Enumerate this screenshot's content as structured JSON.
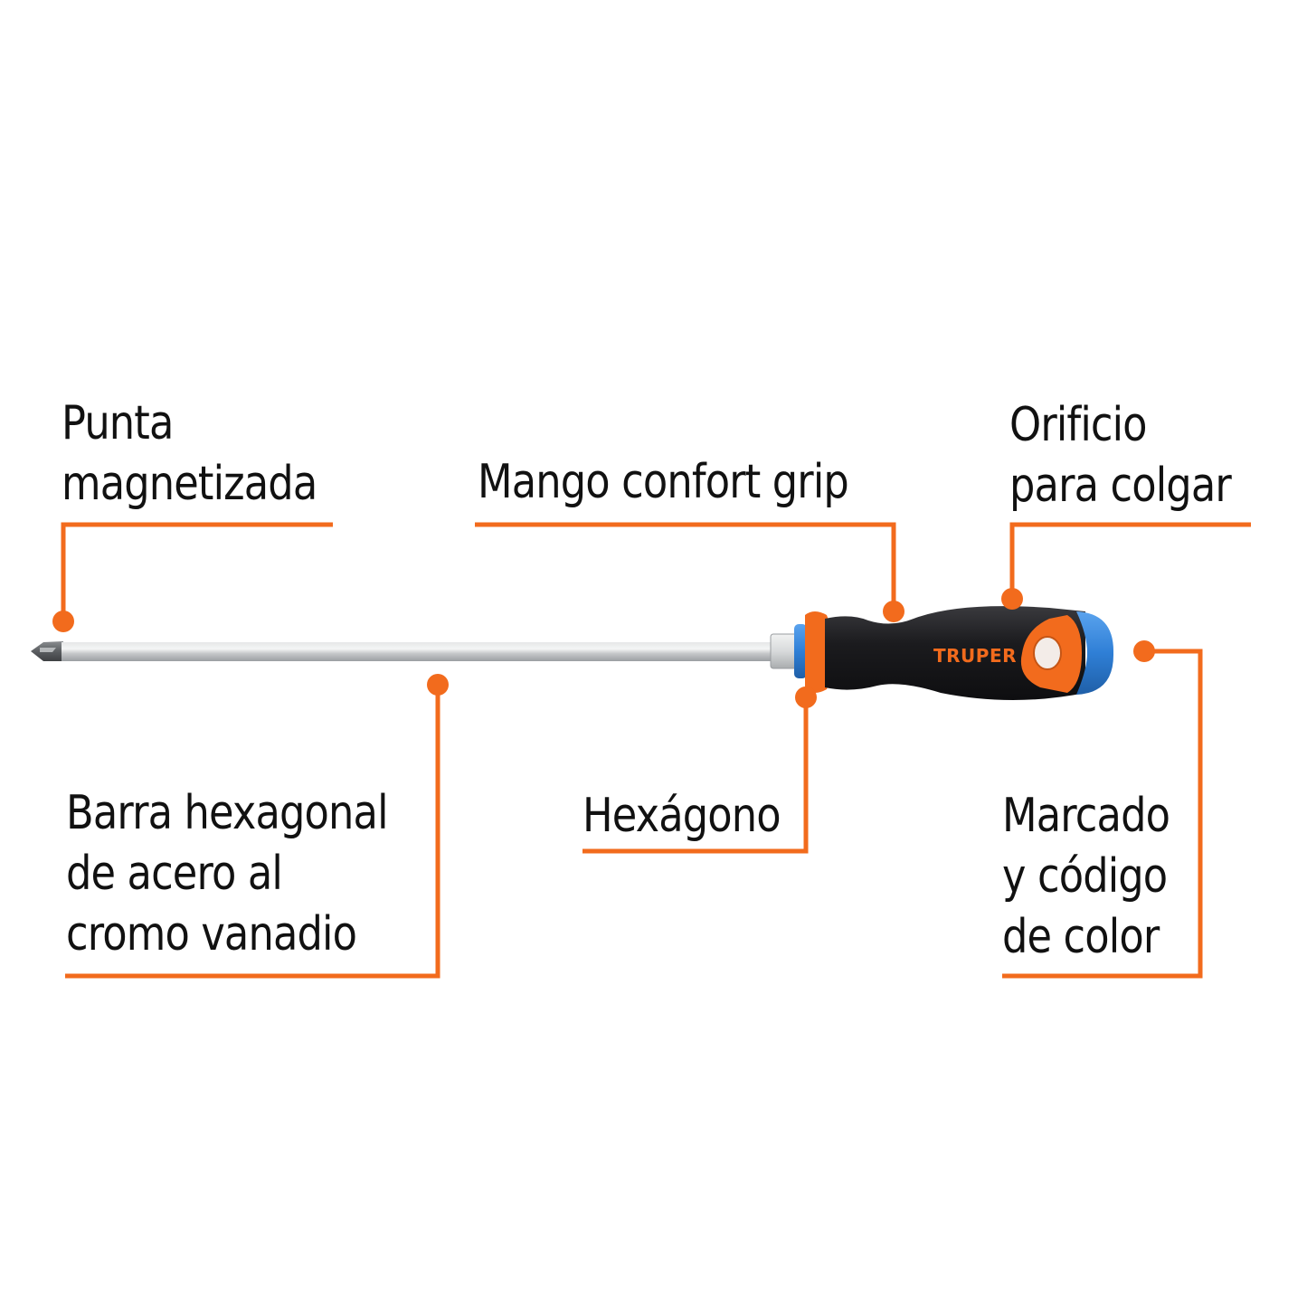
{
  "colors": {
    "accent": "#F26B1D",
    "text": "#111111",
    "handle_black": "#1c1c1f",
    "handle_blue": "#2f7fd6",
    "shaft": "#c9cbcd",
    "background": "#ffffff"
  },
  "product": {
    "brand": "TRUPER",
    "type": "Phillips screwdriver"
  },
  "callouts": {
    "punta": {
      "lines": [
        "Punta",
        "magnetizada"
      ]
    },
    "mango": {
      "lines": [
        "Mango confort grip"
      ]
    },
    "orificio": {
      "lines": [
        "Orificio",
        "para colgar"
      ]
    },
    "barra": {
      "lines": [
        "Barra hexagonal",
        "de acero al",
        "cromo vanadio"
      ]
    },
    "hexagono": {
      "lines": [
        "Hexágono"
      ]
    },
    "marcado": {
      "lines": [
        "Marcado",
        "y código",
        "de color"
      ]
    }
  }
}
